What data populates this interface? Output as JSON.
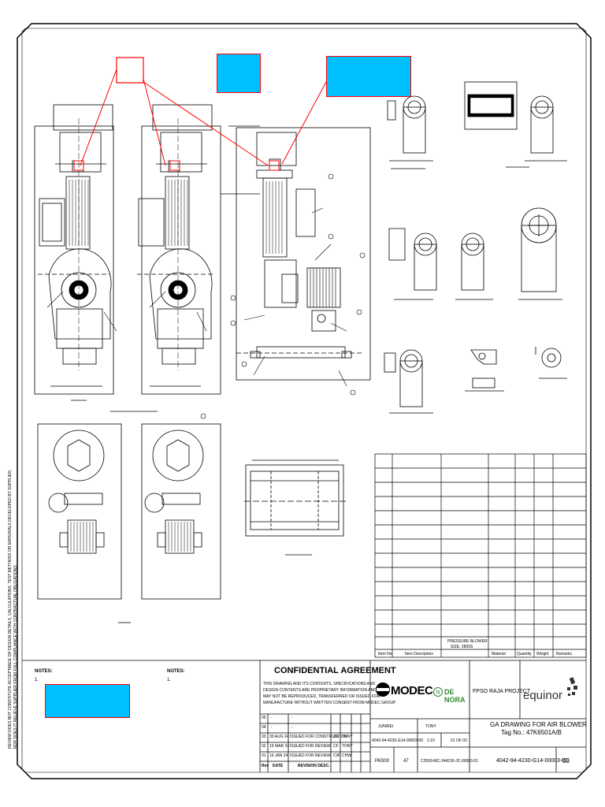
{
  "side_note": {
    "line1": "REVIEW DOES NOT CONSTITUTE ACCEPTANCE OF DESIGN DETAILS, CALCULATIONS, TEST METHODS OR MATERIALS DEVELOPED BY SUPPLIER,",
    "line2": "NOR DOES IT RELIEVE SUPPLIER FROM FULL COMPLIANCE WITH CONTRACTUAL OBLIGATIONS"
  },
  "notes": {
    "left_title": "NOTES:",
    "left_item": "1.",
    "right_title": "NOTES:",
    "right_item": "1."
  },
  "pressure_label": {
    "line1": "PRESSURE BLOWER",
    "line2": "SIZE: 2800S"
  },
  "bom_headers": [
    "Item No.",
    "Item Description",
    "Material",
    "Quantity",
    "Weight",
    "Remarks"
  ],
  "confidential": {
    "title": "CONFIDENTIAL AGREEMENT",
    "body": [
      "THIS DRAWING AND ITS CONTENTS, SPECIFICATIONS AND",
      "DESIGN CONTENTS ARE PROPRIETARY INFORMATION AND",
      "MAY NOT BE REPRODUCED, TRANSFERRED OR ISSUED FOR",
      "MANUFACTURE WITHOUT WRITTEN CONSENT FROM MODEC GROUP"
    ]
  },
  "revisions": [
    {
      "rev": "05",
      "date": "-",
      "desc": "-",
      "by": "",
      "chk": "",
      "app": ""
    },
    {
      "rev": "04",
      "date": "-",
      "desc": "-",
      "by": "",
      "chk": "",
      "app": ""
    },
    {
      "rev": "03",
      "date": "30 AUG 24",
      "desc": "ISSUED FOR CONSTRUCTION",
      "by": "JW",
      "chk": "TONY",
      "app": ""
    },
    {
      "rev": "02",
      "date": "15 MAR 24",
      "desc": "ISSUED FOR REVIEW",
      "by": "CF",
      "chk": "TONY",
      "app": ""
    },
    {
      "rev": "01",
      "date": "16 JAN 24",
      "desc": "ISSUED FOR REVIEW",
      "by": "CW",
      "chk": "CHW",
      "app": ""
    }
  ],
  "rev_headers": {
    "rev": "Rev",
    "date": "DATE",
    "desc": "REVISION DESC."
  },
  "logos": {
    "modec": "MODEC",
    "denora": "DE NORA",
    "equinor": "equinor"
  },
  "project": "FPSO RAJA PROJECT",
  "drawn": {
    "drawn_by": "JUNWEI",
    "checked_by": "TONY",
    "doc_ref": "4042-94-4230-G14-00003-00",
    "scale": "1:10",
    "date": "01 OF 02"
  },
  "codes": {
    "pkg": "P6S00",
    "num": "47",
    "doc_no": "C2599-MC-244230-JC-00003-01"
  },
  "title_block": {
    "title": "GA DRAWING FOR AIR BLOWER",
    "tag": "Tag No.: 47K6501A/B",
    "dwg_no": "4042-94-4230-G14-00003-01",
    "rev": "03"
  }
}
